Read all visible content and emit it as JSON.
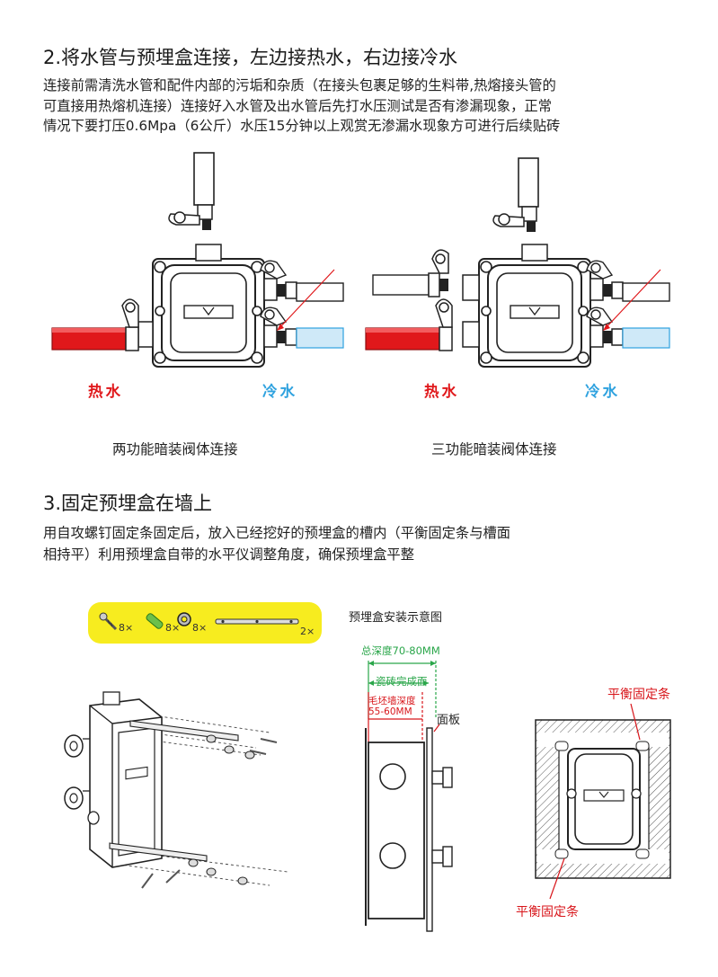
{
  "section2": {
    "heading": "2.将水管与预埋盒连接，左边接热水，右边接冷水",
    "lines": [
      "连接前需清洗水管和配件内部的污垢和杂质（在接头包裹足够的生料带,热熔接头管的",
      "可直接用热熔机连接）连接好入水管及出水管后先打水压测试是否有渗漏现象，正常",
      "情况下要打压0.6Mpa（6公斤）水压15分钟以上观赏无渗漏水现象方可进行后续贴砖"
    ],
    "left_diagram": {
      "hot_label": "热水",
      "cold_label": "冷水",
      "caption": "两功能暗装阀体连接"
    },
    "right_diagram": {
      "hot_label": "热水",
      "cold_label": "冷水",
      "caption": "三功能暗装阀体连接"
    }
  },
  "section3": {
    "heading": "3.固定预埋盒在墙上",
    "lines": [
      "用自攻螺钉固定条固定后，放入已经挖好的预埋盒的槽内（平衡固定条与槽面",
      "相持平）利用预埋盒自带的水平仪调整角度，确保预埋盒平整"
    ],
    "accessories": [
      {
        "icon": "screw-icon",
        "qty": "8×"
      },
      {
        "icon": "anchor-icon",
        "qty": "8×"
      },
      {
        "icon": "washer-icon",
        "qty": "8×"
      },
      {
        "icon": "fixing-bar-icon",
        "qty": "2×"
      }
    ],
    "install_title": "预埋盒安装示意图",
    "total_depth": "总深度70-80MM",
    "tile_surface": "瓷砖完成面",
    "wall_depth_line1": "毛坯墙深度",
    "wall_depth_line2": "55-60MM",
    "panel": "面板",
    "bar_top": "平衡固定条",
    "bar_bottom": "平衡固定条"
  },
  "colors": {
    "hot": "#e0181b",
    "cold": "#2fa2df",
    "green": "#2aa64a",
    "accessory_bg": "#f7ec1f"
  }
}
